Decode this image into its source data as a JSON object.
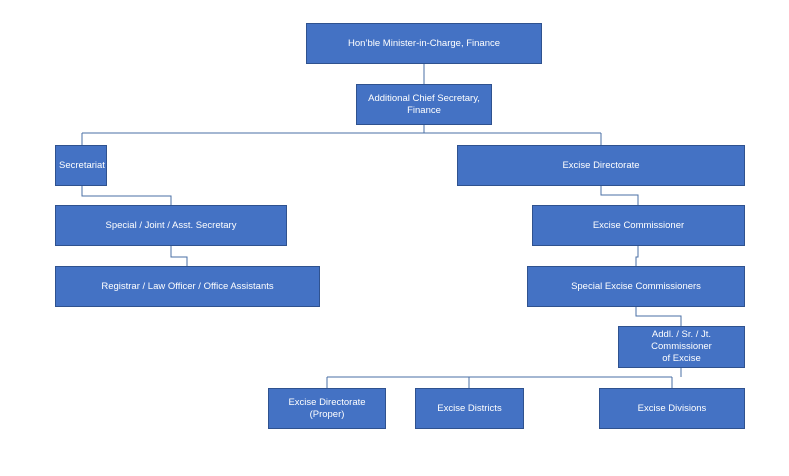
{
  "diagram": {
    "nodes": {
      "minister": "Hon’ble Minister-in-Charge, Finance",
      "acs": "Additional Chief Secretary,\nFinance",
      "secretariat": "Secretariat",
      "excise_directorate": "Excise Directorate",
      "special_secretary": "Special / Joint / Asst. Secretary",
      "excise_commissioner": "Excise Commissioner",
      "registrar": "Registrar / Law Officer / Office Assistants",
      "special_excise_commissioners": "Special Excise Commissioners",
      "addl_commissioner": "Addl. / Sr. / Jt. Commissioner\nof Excise",
      "excise_directorate_proper": "Excise Directorate (Proper)",
      "excise_districts": "Excise Districts",
      "excise_divisions": "Excise Divisions"
    },
    "colors": {
      "box_fill": "#4472c4",
      "box_border": "#2f528f",
      "connector": "#4a6fa5",
      "text": "#ffffff"
    }
  }
}
